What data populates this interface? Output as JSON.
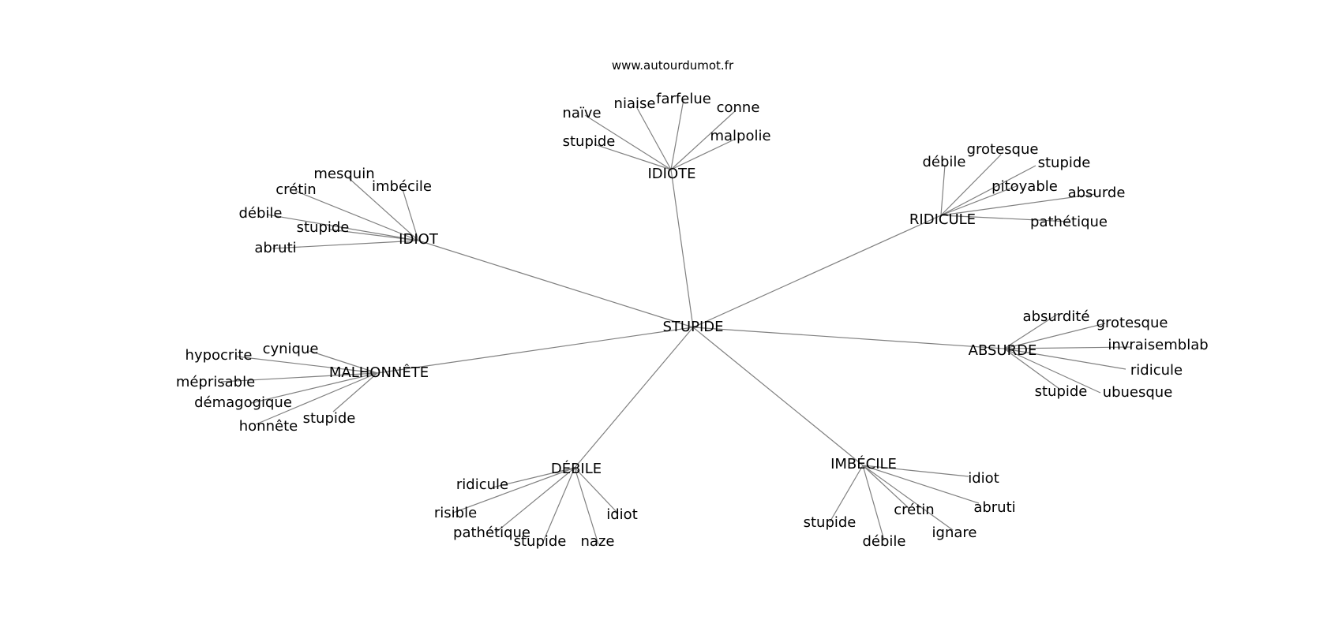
{
  "source_label": "www.autourdumot.fr",
  "graph": {
    "center": "STUPIDE",
    "hubs": [
      {
        "label": "IDIOTE",
        "words": [
          "naïve",
          "niaise",
          "farfelue",
          "conne",
          "stupide",
          "malpolie"
        ]
      },
      {
        "label": "RIDICULE",
        "words": [
          "débile",
          "grotesque",
          "stupide",
          "pitoyable",
          "absurde",
          "pathétique"
        ]
      },
      {
        "label": "IDIOT",
        "words": [
          "mesquin",
          "crétin",
          "imbécile",
          "débile",
          "stupide",
          "abruti"
        ]
      },
      {
        "label": "ABSURDE",
        "words": [
          "absurdité",
          "grotesque",
          "invraisemblab",
          "ridicule",
          "stupide",
          "ubuesque"
        ]
      },
      {
        "label": "MALHONNÊTE",
        "words": [
          "cynique",
          "hypocrite",
          "méprisable",
          "démagogique",
          "stupide",
          "honnête"
        ]
      },
      {
        "label": "DÉBILE",
        "words": [
          "ridicule",
          "risible",
          "pathétique",
          "stupide",
          "naze",
          "idiot"
        ]
      },
      {
        "label": "IMBÉCILE",
        "words": [
          "idiot",
          "abruti",
          "crétin",
          "ignare",
          "stupide",
          "débile"
        ]
      }
    ]
  }
}
